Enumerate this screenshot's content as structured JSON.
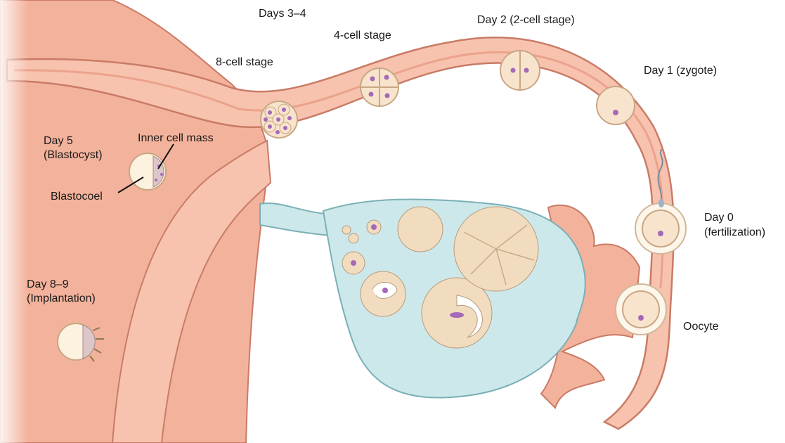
{
  "labels": {
    "days_3_4": "Days 3–4",
    "day_2": "Day 2 (2-cell stage)",
    "four_cell": "4-cell stage",
    "eight_cell": "8-cell stage",
    "day_1": "Day 1 (zygote)",
    "day_5_line1": "Day 5",
    "day_5_line2": "(Blastocyst)",
    "inner_cell_mass": "Inner cell mass",
    "blastocoel": "Blastocoel",
    "day_0_line1": "Day 0",
    "day_0_line2": "(fertilization)",
    "day_8_9_line1": "Day 8–9",
    "day_8_9_line2": "(Implantation)",
    "oocyte": "Oocyte"
  },
  "colors": {
    "uterus": "#f3b29b",
    "tube_wall": "#f7c3af",
    "outline": "#c97b66",
    "ovary": "#cde8ea",
    "ovary_outline": "#7ab0b6",
    "follicle": "#f1dcc0",
    "nucleus": "#a569b8"
  }
}
